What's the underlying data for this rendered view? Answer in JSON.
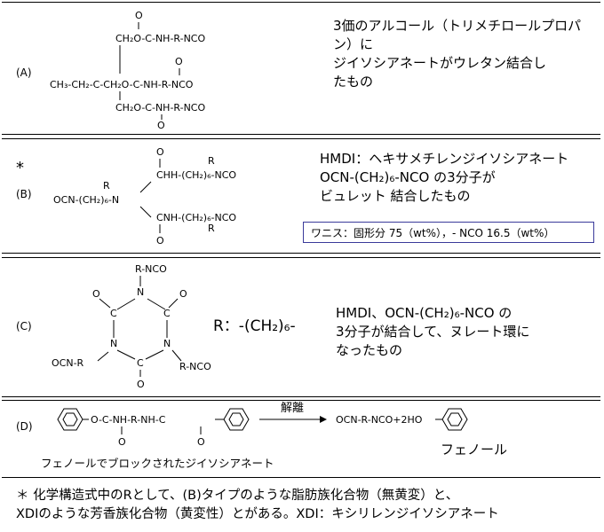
{
  "panels": {
    "A": {
      "label": "(A)",
      "chem": {
        "o1": "O",
        "top_chain": "CH₂O-C-NH-R-NCO",
        "mid_left": "CH₃-CH₂-C-CH₂O-C-NH-R-NCO",
        "o2": "O",
        "bot_chain": "CH₂O-C-NH-R-NCO",
        "o3": "O"
      },
      "desc": [
        "3価のアルコール（トリメチロールプロパン）に",
        "ジイソシアネートがウレタン結合し",
        "たもの"
      ]
    },
    "B": {
      "star": "*",
      "label": "(B)",
      "chem": {
        "o_top": "O",
        "r_top": "R",
        "top_chain": "CHH-(CH₂)₆-NCO",
        "r_left": "R",
        "left_chain": "OCN-(CH₂)₆-N",
        "bot_chain": "CNH-(CH₂)₆-NCO",
        "r_bot": "R",
        "o_bot": "O"
      },
      "desc": [
        "HMDI：ヘキサメチレンジイソシアネート",
        "OCN-(CH₂)₆-NCO の3分子が",
        "ビュレット 結合したもの"
      ],
      "box": "ワニス：固形分 75（wt%），- NCO 16.5（wt%）"
    },
    "C": {
      "label": "(C)",
      "chem": {
        "top": "R-NCO",
        "n_top": "N",
        "o_left": "O",
        "o_right": "O",
        "c_left": "C",
        "c_right": "C",
        "n_left": "N",
        "n_right": "N",
        "c_bot": "C",
        "o_bot": "O",
        "sub_left": "OCN-R",
        "sub_right": "R-NCO"
      },
      "r_def": "R：-(CH₂)₆-",
      "desc": [
        "HMDI、OCN-(CH₂)₆-NCO の",
        "3分子が結合して、ヌレート環に",
        "なったもの"
      ]
    },
    "D": {
      "label": "(D)",
      "chem": {
        "left_chain": "O-C-NH-R-NH-C",
        "o1": "O",
        "o2": "O",
        "right_product": "OCN-R-NCO+2HO"
      },
      "arrow_label": "解離",
      "blocked_caption": "フェノールでブロックされたジイソシアネート",
      "phenol": "フェノール"
    }
  },
  "footnote": [
    "＊ 化学構造式中のRとして、(B)タイプのような脂肪族化合物（無黄変）と、",
    "XDIのような芳香族化合物（黄変性）とがある。XDI：キシリレンジイソシアネート"
  ]
}
